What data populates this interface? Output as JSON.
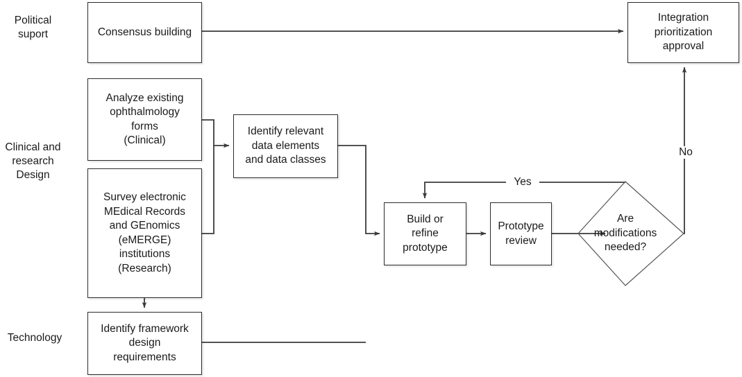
{
  "diagram": {
    "type": "flowchart",
    "background_color": "#ffffff",
    "line_color": "#3a3a3a",
    "text_color": "#1a1a1a"
  },
  "swimlanes": [
    {
      "id": "political",
      "label": "Political\nsuport"
    },
    {
      "id": "clinical",
      "label": "Clinical and\nresearch\nDesign"
    },
    {
      "id": "technology",
      "label": "Technology"
    }
  ],
  "nodes": [
    {
      "id": "consensus",
      "shape": "rectangle",
      "label": "Consensus building"
    },
    {
      "id": "integration",
      "shape": "rectangle",
      "label": "Integration\nprioritization\napproval"
    },
    {
      "id": "analyze",
      "shape": "rectangle",
      "label": "Analyze existing\nophthalmology\nforms\n(Clinical)"
    },
    {
      "id": "survey",
      "shape": "rectangle",
      "label": "Survey electronic\nMEdical Records\nand GEnomics\n(eMERGE)\ninstitutions\n(Research)"
    },
    {
      "id": "identify-data",
      "shape": "rectangle",
      "label": "Identify relevant\ndata elements\nand data classes"
    },
    {
      "id": "framework",
      "shape": "rectangle",
      "label": "Identify framework\ndesign\nrequirements"
    },
    {
      "id": "build",
      "shape": "rectangle",
      "label": "Build or\nrefine\nprototype"
    },
    {
      "id": "review",
      "shape": "rectangle",
      "label": "Prototype\nreview"
    },
    {
      "id": "decision",
      "shape": "diamond",
      "label": "Are\nmodifications\nneeded?"
    }
  ],
  "edge_labels": {
    "yes": "Yes",
    "no": "No"
  }
}
